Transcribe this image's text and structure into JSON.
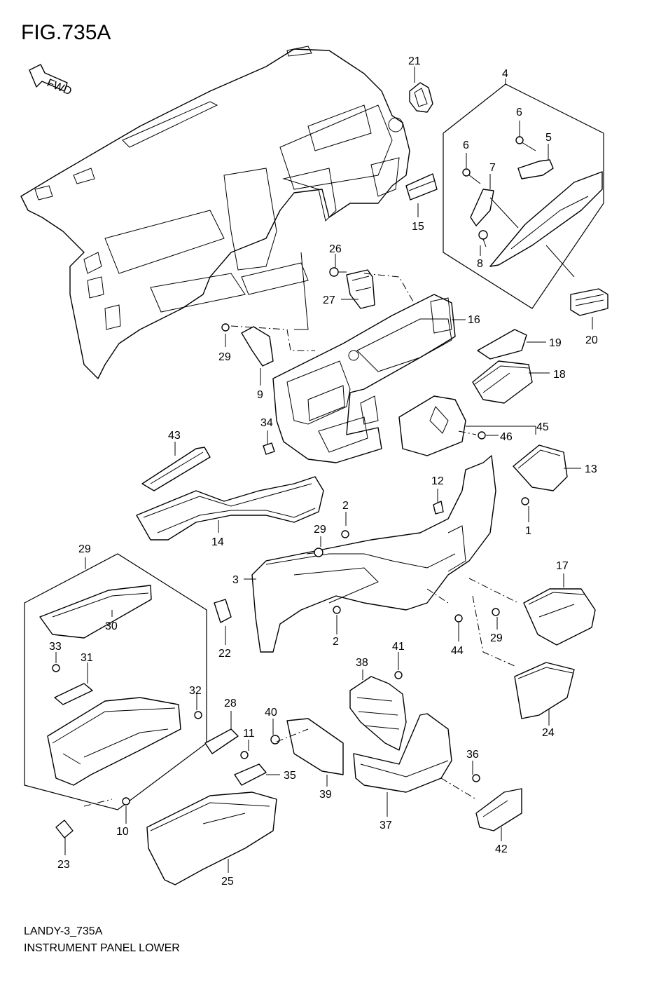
{
  "figure": {
    "title": "FIG.735A",
    "fwd_label": "FWD",
    "code": "LANDY-3_735A",
    "name": "INSTRUMENT PANEL LOWER"
  },
  "callouts": [
    {
      "id": "c21",
      "label": "21"
    },
    {
      "id": "c4",
      "label": "4"
    },
    {
      "id": "c6a",
      "label": "6"
    },
    {
      "id": "c6b",
      "label": "6"
    },
    {
      "id": "c5",
      "label": "5"
    },
    {
      "id": "c7",
      "label": "7"
    },
    {
      "id": "c8",
      "label": "8"
    },
    {
      "id": "c15",
      "label": "15"
    },
    {
      "id": "c26",
      "label": "26"
    },
    {
      "id": "c27",
      "label": "27"
    },
    {
      "id": "c16",
      "label": "16"
    },
    {
      "id": "c20",
      "label": "20"
    },
    {
      "id": "c19",
      "label": "19"
    },
    {
      "id": "c18",
      "label": "18"
    },
    {
      "id": "c29a",
      "label": "29"
    },
    {
      "id": "c9",
      "label": "9"
    },
    {
      "id": "c45",
      "label": "45"
    },
    {
      "id": "c46",
      "label": "46"
    },
    {
      "id": "c34",
      "label": "34"
    },
    {
      "id": "c43",
      "label": "43"
    },
    {
      "id": "c13",
      "label": "13"
    },
    {
      "id": "c12",
      "label": "12"
    },
    {
      "id": "c1",
      "label": "1"
    },
    {
      "id": "c14",
      "label": "14"
    },
    {
      "id": "c2a",
      "label": "2"
    },
    {
      "id": "c29b",
      "label": "29"
    },
    {
      "id": "c29c",
      "label": "29"
    },
    {
      "id": "c3",
      "label": "3"
    },
    {
      "id": "c17",
      "label": "17"
    },
    {
      "id": "c30",
      "label": "30"
    },
    {
      "id": "c22",
      "label": "22"
    },
    {
      "id": "c2b",
      "label": "2"
    },
    {
      "id": "c44",
      "label": "44"
    },
    {
      "id": "c29d",
      "label": "29"
    },
    {
      "id": "c33",
      "label": "33"
    },
    {
      "id": "c31",
      "label": "31"
    },
    {
      "id": "c41",
      "label": "41"
    },
    {
      "id": "c38",
      "label": "38"
    },
    {
      "id": "c24",
      "label": "24"
    },
    {
      "id": "c32",
      "label": "32"
    },
    {
      "id": "c28",
      "label": "28"
    },
    {
      "id": "c40",
      "label": "40"
    },
    {
      "id": "c11",
      "label": "11"
    },
    {
      "id": "c36",
      "label": "36"
    },
    {
      "id": "c35",
      "label": "35"
    },
    {
      "id": "c39",
      "label": "39"
    },
    {
      "id": "c10",
      "label": "10"
    },
    {
      "id": "c37",
      "label": "37"
    },
    {
      "id": "c42",
      "label": "42"
    },
    {
      "id": "c23",
      "label": "23"
    },
    {
      "id": "c25",
      "label": "25"
    }
  ]
}
